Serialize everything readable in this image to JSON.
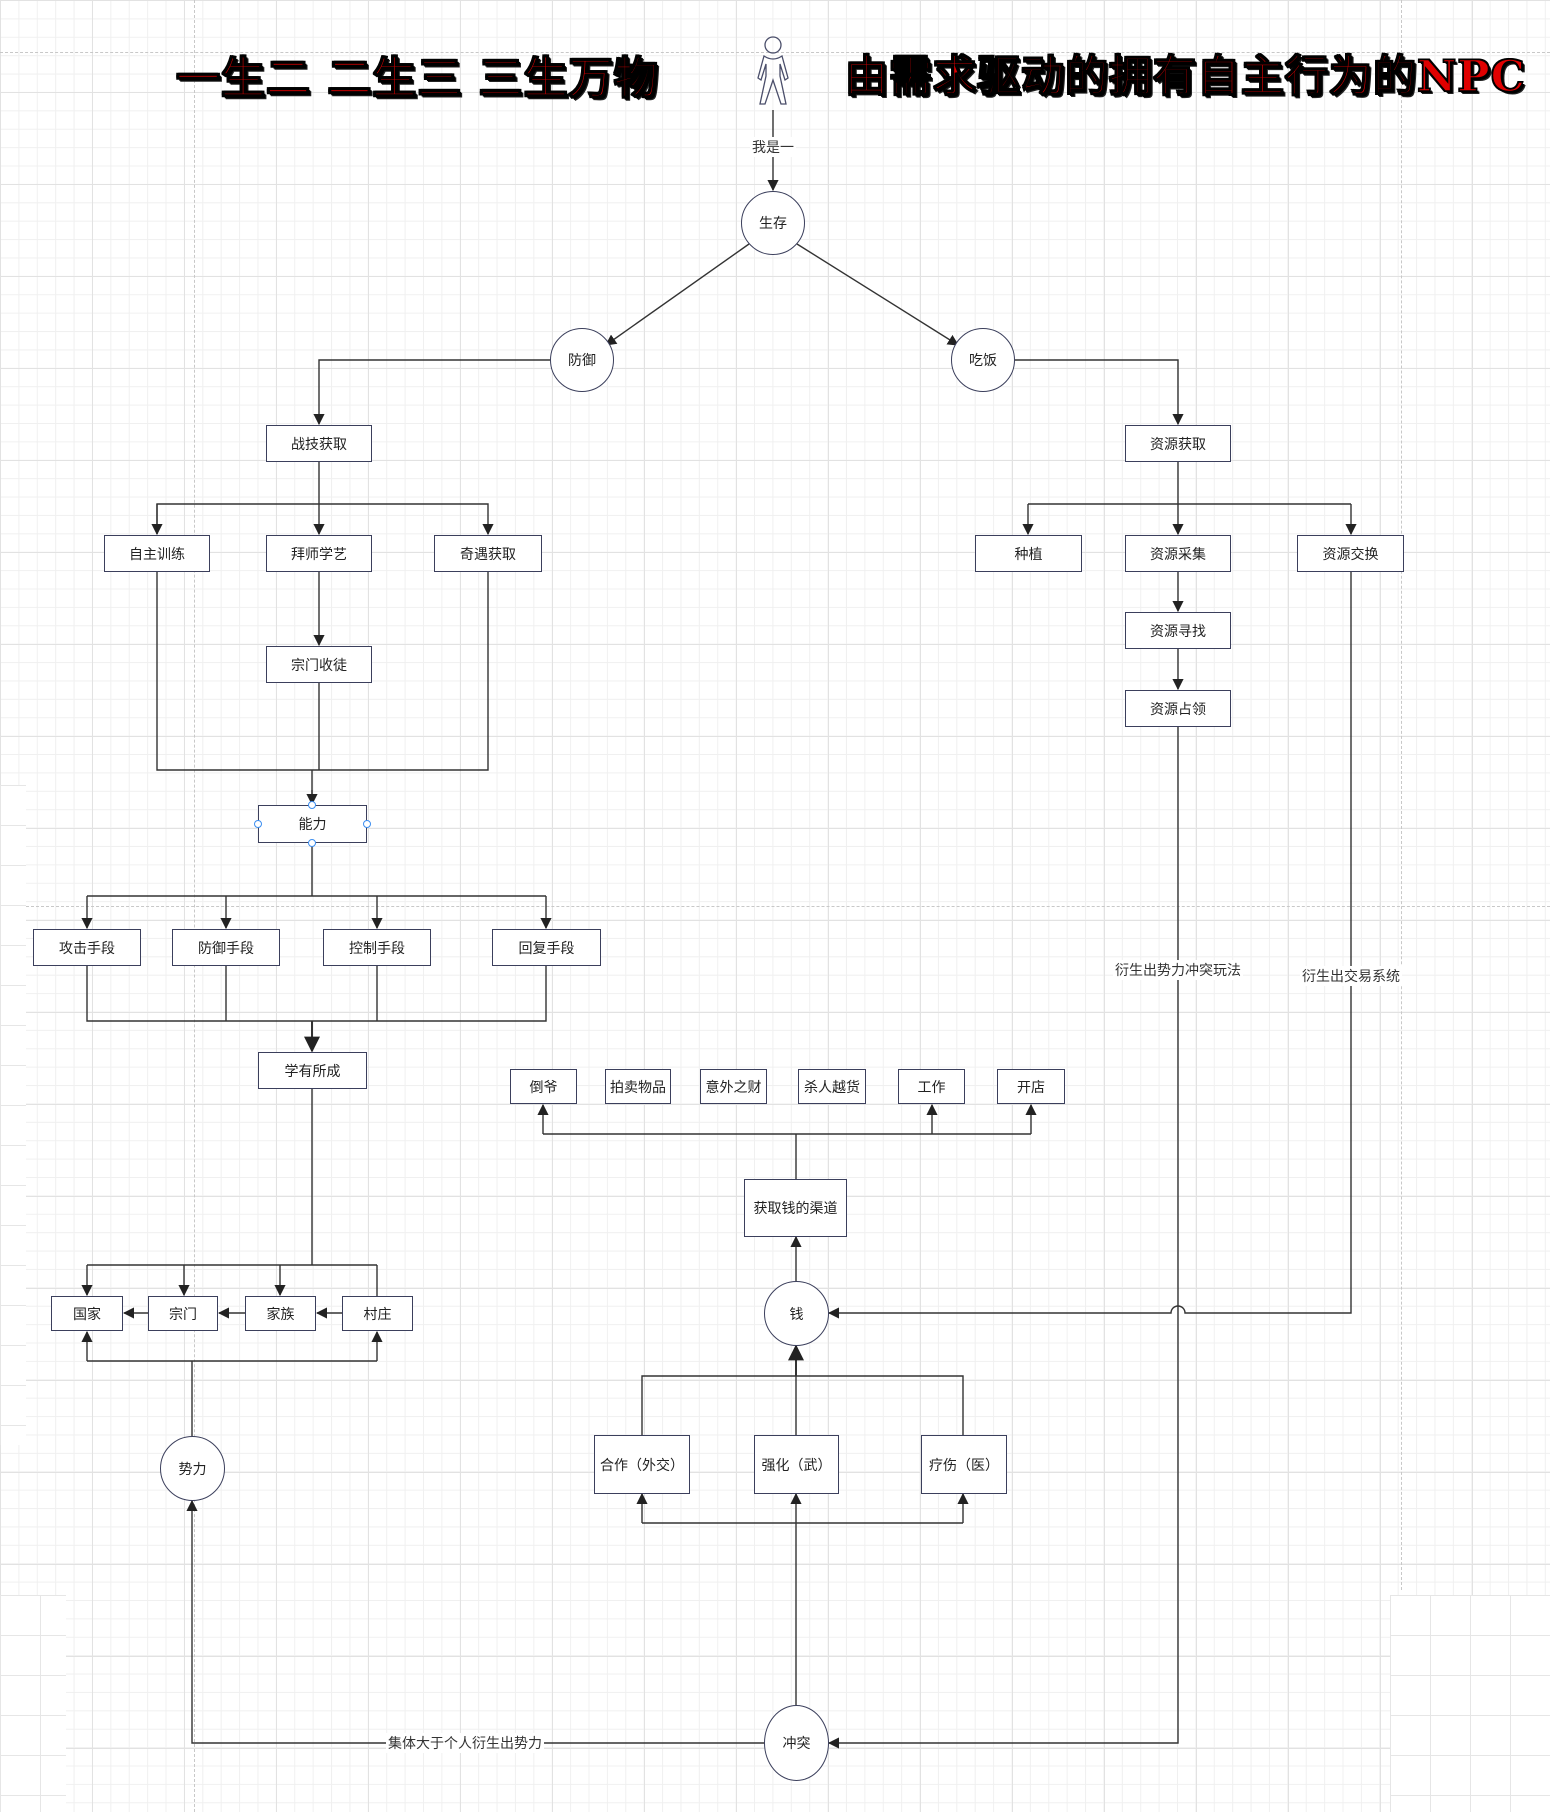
{
  "titles": {
    "left": "一生二  二生三  三生万物",
    "right": "由需求驱动的拥有自主行为的NPC"
  },
  "actor": {
    "icon": "person-icon",
    "edge_label": "我是一"
  },
  "nodes": {
    "survive": "生存",
    "defense": "防御",
    "eat": "吃饭",
    "skill_acquire": "战技获取",
    "self_train": "自主训练",
    "apprentice": "拜师学艺",
    "adventure": "奇遇获取",
    "sect_recruit": "宗门收徒",
    "ability": "能力",
    "attack": "攻击手段",
    "defend_means": "防御手段",
    "control": "控制手段",
    "recover": "回复手段",
    "mastery": "学有所成",
    "resource_acquire": "资源获取",
    "plant": "种植",
    "gather": "资源采集",
    "exchange": "资源交换",
    "search": "资源寻找",
    "occupy": "资源占领",
    "money_channels": [
      "倒爷",
      "拍卖物品",
      "意外之财",
      "杀人越货",
      "工作",
      "开店"
    ],
    "money_channel_hub": "获取钱的渠道",
    "money": "钱",
    "cooperate": "合作（外交）",
    "strengthen": "强化（武）",
    "heal": "疗伤（医）",
    "country": "国家",
    "sect": "宗门",
    "clan": "家族",
    "village": "村庄",
    "power": "势力",
    "conflict": "冲突"
  },
  "edge_labels": {
    "power_conflict": "衍生出势力冲突玩法",
    "trade_system": "衍生出交易系统",
    "collective": "集体大于个人衍生出势力"
  },
  "colors": {
    "title_fill": "#e00000",
    "node_border": "#3b3f5c",
    "edge": "#333333",
    "selection_handle": "#3c8ef0"
  }
}
